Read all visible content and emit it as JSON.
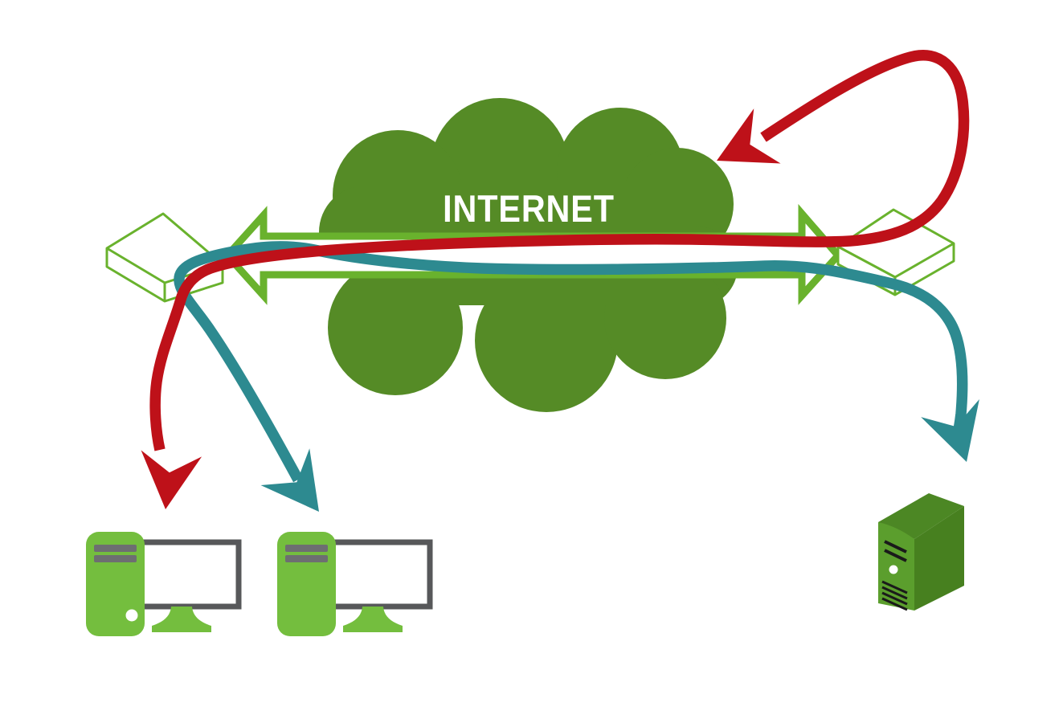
{
  "cloud": {
    "label": "INTERNET"
  },
  "colors": {
    "background": "#ffffff",
    "cloud-green": "#558b26",
    "band-green": "#69b22d",
    "device-green": "#74be3e",
    "server-front-green": "#5b9e2d",
    "server-side-green": "#47801f",
    "server-top-green": "#4c8724",
    "flow-red": "#be1119",
    "flow-teal": "#2d8a90",
    "monitor-gray": "#57585a",
    "slot-gray": "#6d6e71",
    "vent-black": "#1a1a1a"
  },
  "icons": {
    "cloud": "internet-cloud",
    "link": "bidirectional-link-arrow",
    "router_left": "network-switch",
    "router_right": "network-switch",
    "computer_1": "desktop-workstation",
    "computer_2": "desktop-workstation",
    "server": "server-tower",
    "red_flow": "red-traffic-curve",
    "teal_flow": "teal-traffic-curve"
  }
}
